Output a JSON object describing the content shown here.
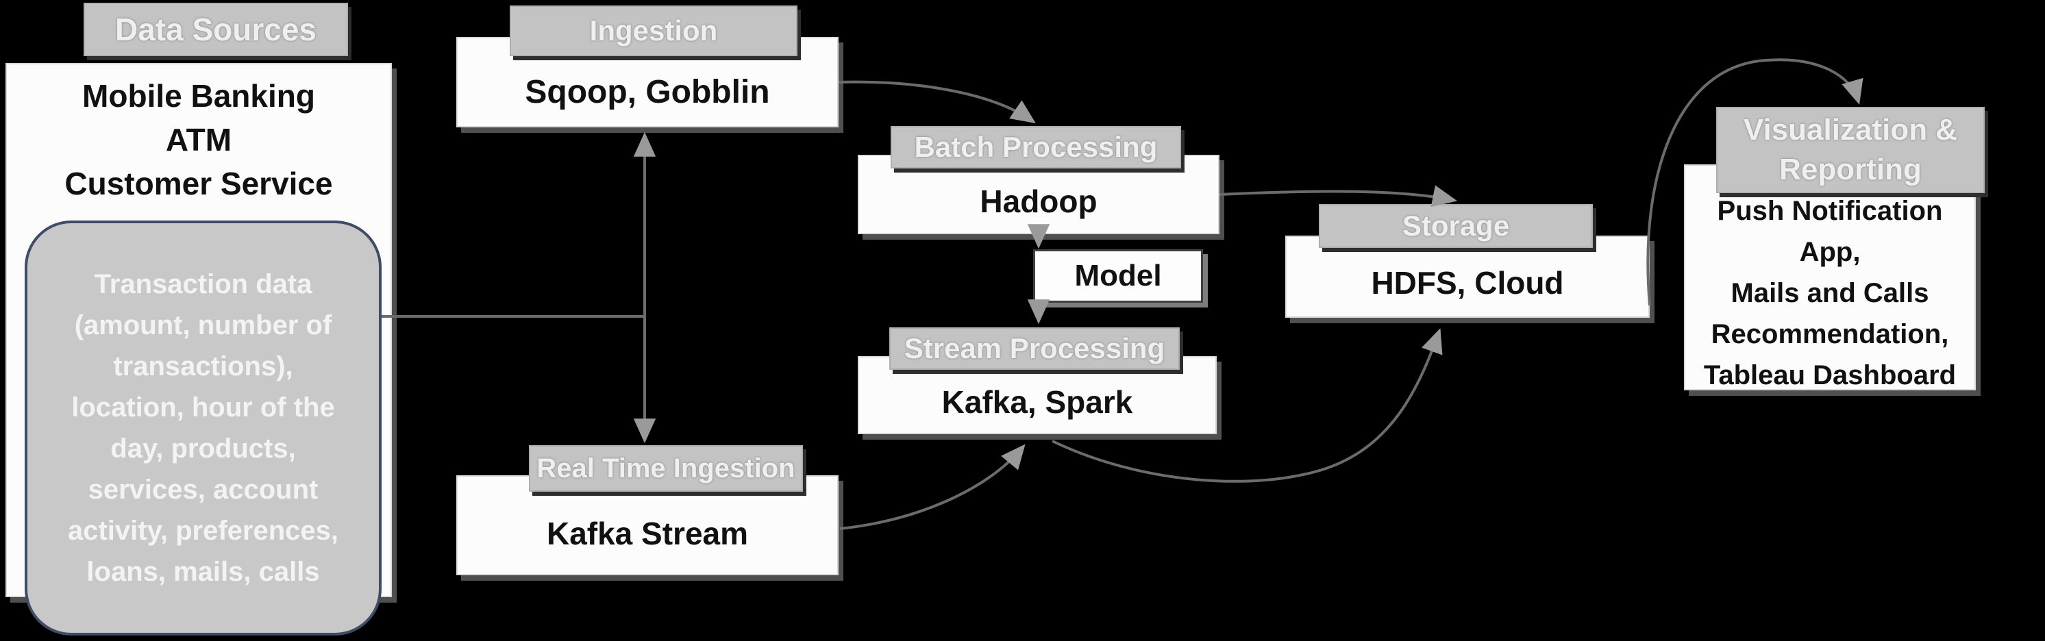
{
  "diagram": {
    "title_implicit": "Big data banking pipeline",
    "colors": {
      "background": "#000000",
      "header_bg": "#c3c3c3",
      "header_text": "#efefef",
      "box_bg": "#fcfcfc",
      "box_text": "#111111",
      "callout_bg": "#c9c8c8",
      "callout_border": "#3e4c66",
      "callout_text": "#f3f3f3",
      "connector": "#6b6b6b",
      "arrowhead": "#9a9a9a"
    },
    "nodes": {
      "data_sources": {
        "label": "Data Sources",
        "lines": [
          "Mobile Banking",
          "ATM",
          "Customer Service"
        ]
      },
      "transaction_callout": {
        "lines": [
          "Transaction data",
          "(amount, number of",
          "transactions),",
          "location, hour of the",
          "day, products,",
          "services, account",
          "activity, preferences,",
          "loans, mails, calls"
        ]
      },
      "ingestion": {
        "label": "Ingestion",
        "body": "Sqoop, Gobblin"
      },
      "batch": {
        "label": "Batch Processing",
        "body": "Hadoop"
      },
      "model": {
        "label": "Model"
      },
      "stream": {
        "label": "Stream Processing",
        "body": "Kafka, Spark"
      },
      "storage": {
        "label": "Storage",
        "body": "HDFS, Cloud"
      },
      "realtime": {
        "label": "Real Time Ingestion",
        "body": "Kafka Stream"
      },
      "visualization": {
        "label_lines": [
          "Visualization &",
          "Reporting"
        ],
        "body_lines": [
          "Push Notification App,",
          "Mails and Calls",
          "Recommendation,",
          "Tableau Dashboard"
        ]
      }
    },
    "edges": [
      {
        "from": "Data Sources",
        "to": "Ingestion"
      },
      {
        "from": "Data Sources",
        "to": "Real Time Ingestion"
      },
      {
        "from": "Ingestion",
        "to": "Batch Processing"
      },
      {
        "from": "Batch Processing",
        "to": "Model"
      },
      {
        "from": "Batch Processing",
        "to": "Storage"
      },
      {
        "from": "Model",
        "to": "Stream Processing"
      },
      {
        "from": "Real Time Ingestion",
        "to": "Stream Processing"
      },
      {
        "from": "Stream Processing",
        "to": "Storage"
      },
      {
        "from": "Storage",
        "to": "Visualization & Reporting"
      }
    ]
  }
}
